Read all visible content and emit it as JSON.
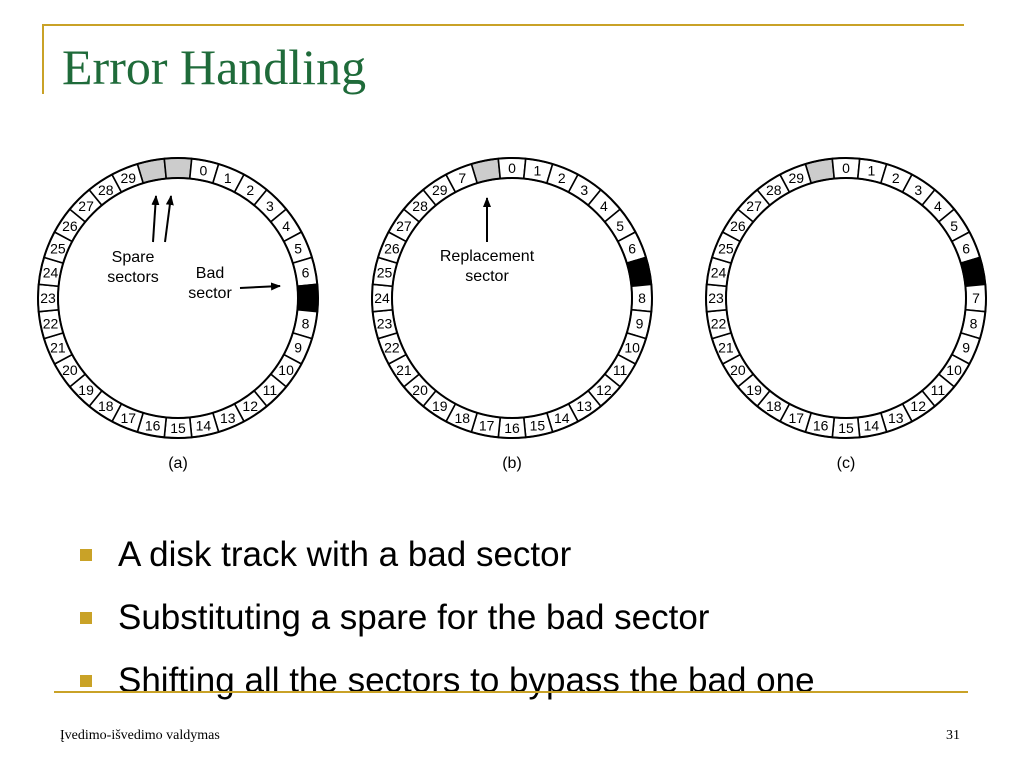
{
  "slide": {
    "title": "Error Handling",
    "footer_text": "Įvedimo-išvedimo valdymas",
    "page_number": "31"
  },
  "colors": {
    "accent": "#c9a227",
    "title": "#1f6b3a",
    "spare_fill": "#cccccc",
    "bad_fill": "#000000"
  },
  "diagram": {
    "disks": [
      {
        "caption": "(a)",
        "labels": [
          "",
          "",
          "0",
          "1",
          "2",
          "3",
          "4",
          "5",
          "6",
          "",
          "8",
          "9",
          "10",
          "11",
          "12",
          "13",
          "14",
          "15",
          "16",
          "17",
          "18",
          "19",
          "20",
          "21",
          "22",
          "23",
          "24",
          "25",
          "26",
          "27",
          "28",
          "29"
        ],
        "states": [
          "spare",
          "spare",
          "n",
          "n",
          "n",
          "n",
          "n",
          "n",
          "n",
          "bad",
          "n",
          "n",
          "n",
          "n",
          "n",
          "n",
          "n",
          "n",
          "n",
          "n",
          "n",
          "n",
          "n",
          "n",
          "n",
          "n",
          "n",
          "n",
          "n",
          "n",
          "n",
          "n"
        ],
        "annotations": [
          "Spare\nsectors",
          "Bad\nsector"
        ]
      },
      {
        "caption": "(b)",
        "labels": [
          "",
          "0",
          "1",
          "2",
          "3",
          "4",
          "5",
          "6",
          "",
          "8",
          "9",
          "10",
          "11",
          "12",
          "13",
          "14",
          "15",
          "16",
          "17",
          "18",
          "19",
          "20",
          "21",
          "22",
          "23",
          "24",
          "25",
          "26",
          "27",
          "28",
          "29",
          "7"
        ],
        "states": [
          "spare",
          "n",
          "n",
          "n",
          "n",
          "n",
          "n",
          "n",
          "bad",
          "n",
          "n",
          "n",
          "n",
          "n",
          "n",
          "n",
          "n",
          "n",
          "n",
          "n",
          "n",
          "n",
          "n",
          "n",
          "n",
          "n",
          "n",
          "n",
          "n",
          "n",
          "n",
          "n"
        ],
        "annotations": [
          "Replacement\nsector"
        ]
      },
      {
        "caption": "(c)",
        "labels": [
          "",
          "0",
          "1",
          "2",
          "3",
          "4",
          "5",
          "6",
          "",
          "7",
          "8",
          "9",
          "10",
          "11",
          "12",
          "13",
          "14",
          "15",
          "16",
          "17",
          "18",
          "19",
          "20",
          "21",
          "22",
          "23",
          "24",
          "25",
          "26",
          "27",
          "28",
          "29"
        ],
        "states": [
          "spare",
          "n",
          "n",
          "n",
          "n",
          "n",
          "n",
          "n",
          "bad",
          "n",
          "n",
          "n",
          "n",
          "n",
          "n",
          "n",
          "n",
          "n",
          "n",
          "n",
          "n",
          "n",
          "n",
          "n",
          "n",
          "n",
          "n",
          "n",
          "n",
          "n",
          "n",
          "n"
        ],
        "annotations": []
      }
    ]
  },
  "bullets": [
    "A disk track with a bad sector",
    "Substituting a spare for the bad sector",
    "Shifting all the sectors to bypass the bad one"
  ]
}
